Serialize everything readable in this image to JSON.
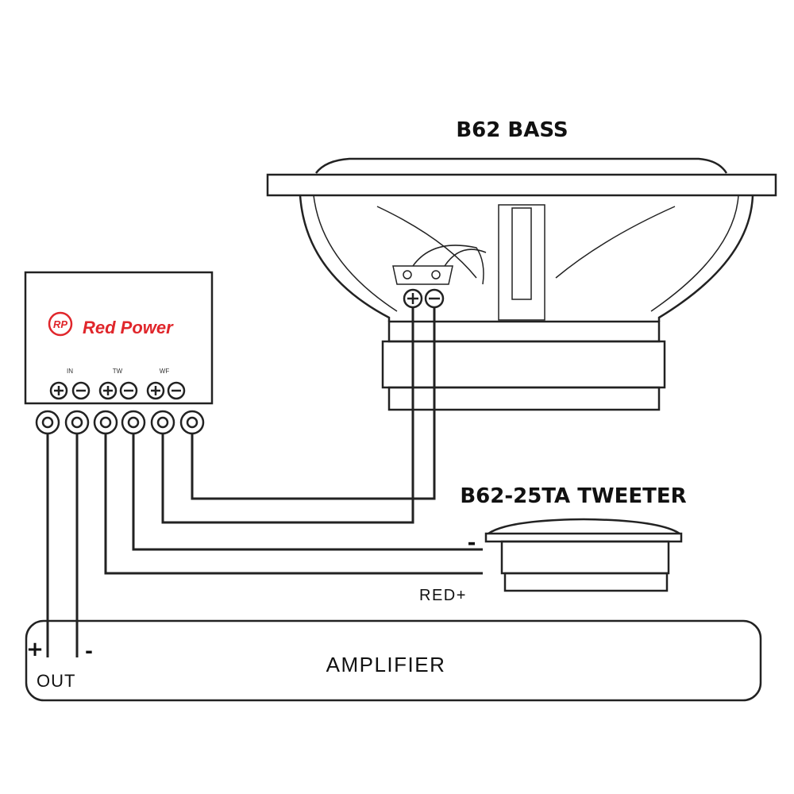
{
  "bass": {
    "title": "B62 BASS"
  },
  "tweeter": {
    "title": "B62-25TA TWEETER",
    "minus_label": "-",
    "red_plus_label": "RED+"
  },
  "crossover": {
    "brand": "Red Power",
    "logo_text": "RP",
    "groups": [
      "IN",
      "TW",
      "WF"
    ]
  },
  "amplifier": {
    "title": "AMPLIFIER",
    "out_label": "OUT",
    "plus": "+",
    "minus": "-"
  },
  "colors": {
    "brand": "#e0262b",
    "ink": "#222222"
  }
}
